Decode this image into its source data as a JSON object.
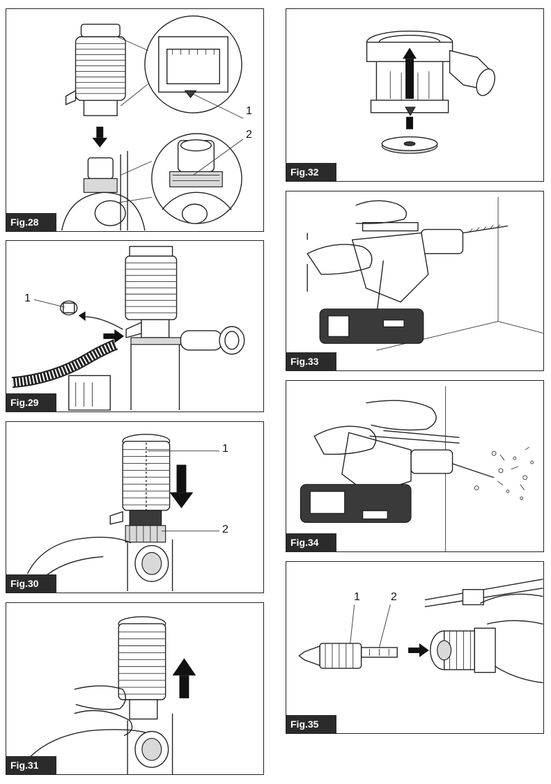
{
  "figures": {
    "fig28": {
      "label": "Fig.28",
      "callouts": [
        "1",
        "2"
      ]
    },
    "fig29": {
      "label": "Fig.29",
      "callouts": [
        "1"
      ]
    },
    "fig30": {
      "label": "Fig.30",
      "callouts": [
        "1",
        "2"
      ]
    },
    "fig31": {
      "label": "Fig.31"
    },
    "fig32": {
      "label": "Fig.32"
    },
    "fig33": {
      "label": "Fig.33"
    },
    "fig34": {
      "label": "Fig.34"
    },
    "fig35": {
      "label": "Fig.35",
      "callouts": [
        "1",
        "2"
      ]
    }
  }
}
